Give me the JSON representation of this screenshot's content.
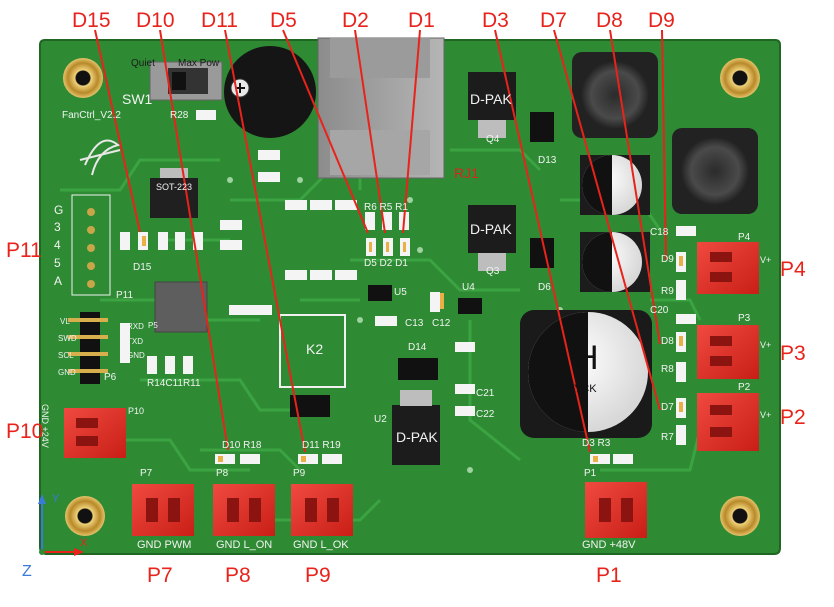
{
  "callouts": {
    "d15": "D15",
    "d10": "D10",
    "d11": "D11",
    "d5": "D5",
    "d2": "D2",
    "d1": "D1",
    "d3": "D3",
    "d7": "D7",
    "d8": "D8",
    "d9": "D9",
    "p11": "P11",
    "p10": "P10",
    "p7": "P7",
    "p8": "P8",
    "p9": "P9",
    "p1": "P1",
    "p4": "P4",
    "p3": "P3",
    "p2": "P2"
  },
  "board": {
    "name": "FanCtrl_V2.2",
    "switch_label": "SW1",
    "switch_left": "Quiet",
    "switch_right": "Max Pow",
    "r28": "R28",
    "sot223": "SOT-223",
    "rj1": "RJ1",
    "dpak": "D-PAK",
    "q4": "Q4",
    "q3": "Q3",
    "d13": "D13",
    "d6": "D6",
    "d14": "D14",
    "u5": "U5",
    "u4": "U4",
    "u2": "U2",
    "c12": "C12",
    "c13": "C13",
    "c18": "C18",
    "c20": "C20",
    "c21": "C21",
    "c22": "C22",
    "r6r5r1": "R6 R5 R1",
    "d5d2d1": "D5 D2 D1",
    "d15": "D15",
    "p11": "P11",
    "p11_pins": [
      "G",
      "3",
      "4",
      "5",
      "A"
    ],
    "k2": "K2",
    "p5": "P5",
    "p5_pins": [
      "RXD",
      "TXD",
      "GND"
    ],
    "p6": "P6",
    "p6_pins": [
      "VL",
      "SWD",
      "SCL",
      "GND"
    ],
    "r14c11r11": "R14C11R11",
    "p10": "P10",
    "p10_pins": "GND +24V",
    "d10r18": "D10  R18",
    "d11r19": "D11  R19",
    "p7": "P7",
    "p8": "P8",
    "p9": "P9",
    "p7_pins": "GND PWM",
    "p8_pins": "GND L_ON",
    "p9_pins": "GND L_OK",
    "p1": "P1",
    "p1_pins": "GND +48V",
    "d3r3": "D3   R3",
    "p4": "P4",
    "p3": "P3",
    "p2": "P2",
    "d9": "D9",
    "r9": "R9",
    "d8": "D8",
    "r8": "R8",
    "d7": "D7",
    "r7": "R7",
    "vplus": "V+",
    "cap_mark": "H",
    "cap_brand": "YCK"
  },
  "axes": {
    "x": "X",
    "y": "Y",
    "z": "Z"
  },
  "colors": {
    "board": "#2d8a32",
    "board_dark": "#1f6a24",
    "trace": "#3aa33f",
    "connector": "#e8322a",
    "callout": "#e8231b",
    "gold": "#c8a23a"
  }
}
